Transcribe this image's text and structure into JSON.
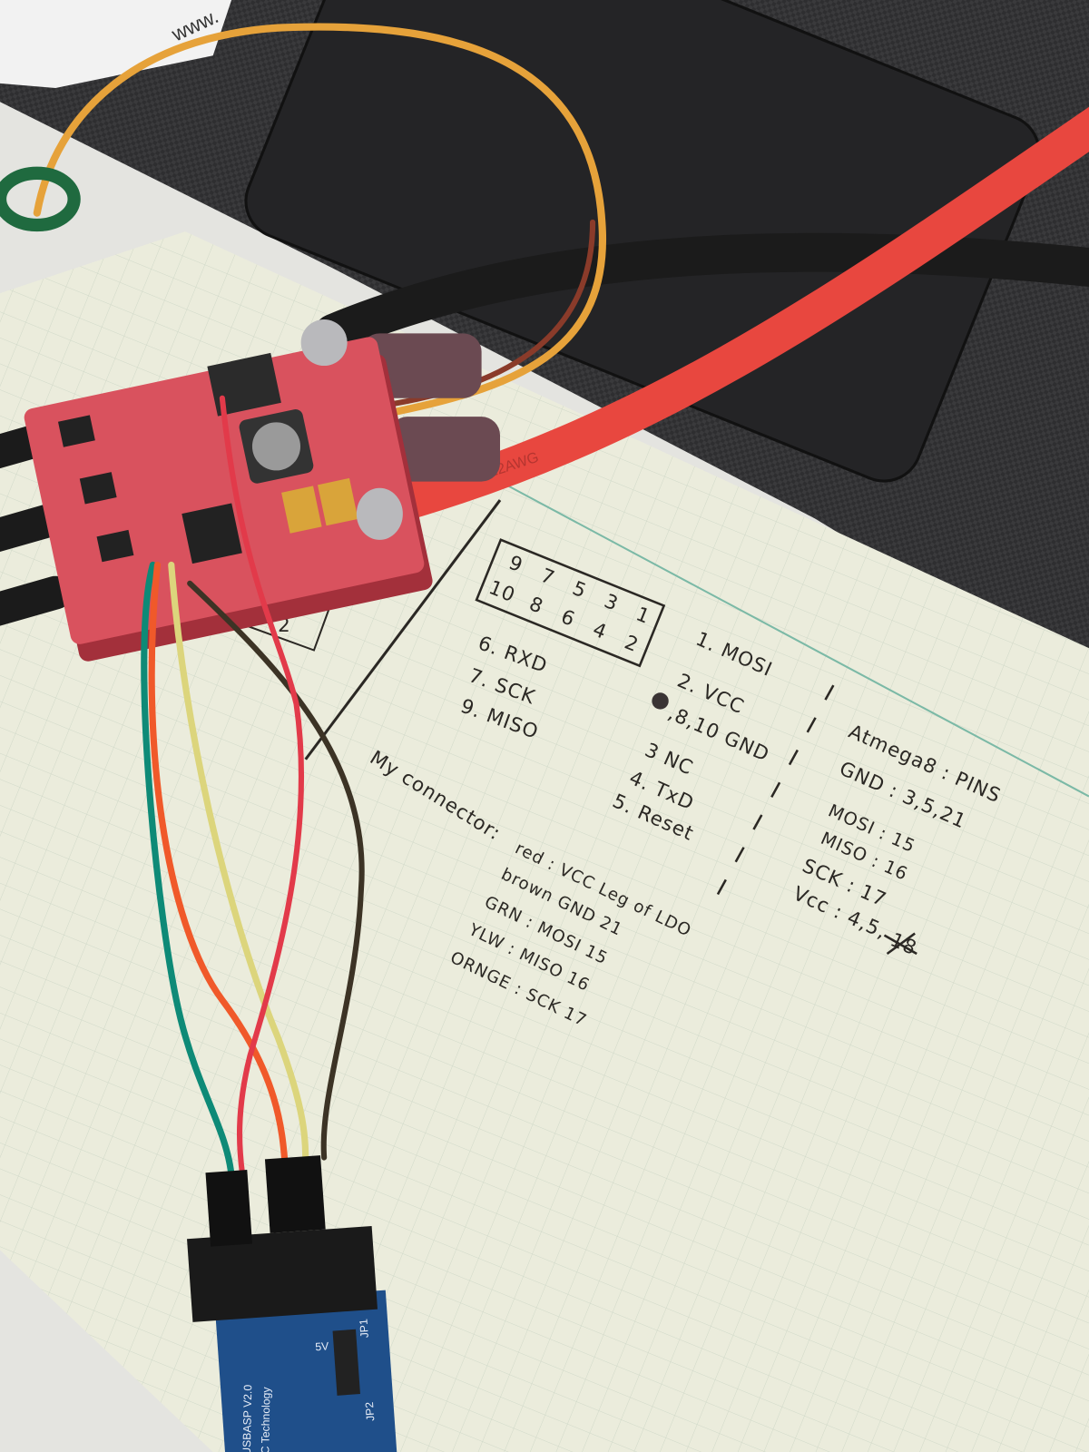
{
  "colors": {
    "laptop": "#2c2c2e",
    "paper": "#e9ead9",
    "grid": "#c9d3c3",
    "pcb": "#d9525e",
    "programmer": "#1f4f8a",
    "wire_red": "#e8473f",
    "wire_black": "#1d1d1d",
    "wire_green": "#0e8a77",
    "wire_orange": "#f0592a",
    "wire_yellow": "#dcd57c",
    "wire_brown": "#3c3325",
    "ink": "#2b2824"
  },
  "box_label": "www.",
  "cable_print": "12AWG",
  "header_diagram": {
    "top_row": [
      "9",
      "7",
      "5",
      "3",
      "1"
    ],
    "bottom_row": [
      "10",
      "8",
      "6",
      "4",
      "2"
    ]
  },
  "isp_pinout_left": [
    "6. RXD",
    "7. SCK",
    "9. MISO"
  ],
  "isp_pinout_right": [
    "1. MOSI",
    "2. VCC",
    ",8,10 GND",
    "3 NC",
    "4. TxD",
    "5. Reset"
  ],
  "my_connector": {
    "heading": "My connector:",
    "lines": [
      "red : VCC   Leg of LDO",
      "brown GND  21",
      "GRN : MOSI 15",
      "YLW : MISO 16",
      "ORNGE : SCK 17"
    ]
  },
  "atmega": {
    "heading": "Atmega8 : PINS",
    "lines": [
      "GND : 3,5,21",
      "MOSI : 15",
      "MISO : 16",
      "SCK : 17",
      "Vcc : 4,5,"
    ],
    "crossed_out": "18"
  },
  "programmer": {
    "model": "USBASP V2.0",
    "maker": "C Technology",
    "jumper_5v": "5V",
    "jp1": "JP1",
    "jp2": "JP2"
  },
  "small_sketch_label": "2"
}
